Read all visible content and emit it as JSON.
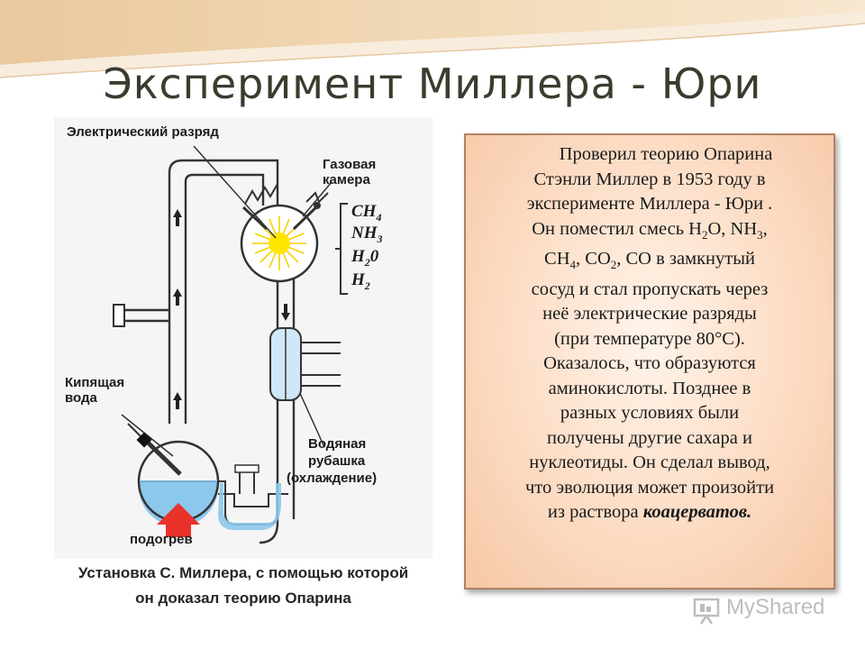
{
  "title": "Эксперимент  Миллера - Юри",
  "diagram": {
    "labels": {
      "electric_discharge": "Электрический разряд",
      "gas_chamber_l1": "Газовая",
      "gas_chamber_l2": "камера",
      "boiling_water_l1": "Кипящая",
      "boiling_water_l2": "вода",
      "water_jacket_l1": "Водяная",
      "water_jacket_l2": "рубашка",
      "water_jacket_l3": "(охлаждение)",
      "heating": "подогрев"
    },
    "gases": [
      {
        "s": "CH",
        "n": "4"
      },
      {
        "s": "NH",
        "n": "3"
      },
      {
        "s": "H",
        "n": "2",
        "t": "0"
      },
      {
        "s": "H",
        "n": "2"
      }
    ],
    "colors": {
      "water": "#8cc8ec",
      "tube": "#333333",
      "spark": "#ffe600",
      "heat_arrow": "#e8322a"
    }
  },
  "caption": {
    "line1": "Установка С. Миллера, с помощью которой",
    "line2": "он доказал теорию Опарина"
  },
  "text": {
    "p1": "Проверил теорию Опарина",
    "p2": "Стэнли Миллер в 1953 году в",
    "p3": "эксперименте  Миллера - Юри .",
    "p4a": "Он поместил смесь Н",
    "p4s1": "2",
    "p4b": "О, NH",
    "p4s2": "3",
    "p4c": ",",
    "p5a": "СН",
    "p5s1": "4",
    "p5b": ", СО",
    "p5s2": "2",
    "p5c": ", СО в замкнутый",
    "p6": "сосуд и стал пропускать через",
    "p7": "неё электрические разряды",
    "p8": "(при температуре 80°С).",
    "p9": "Оказалось, что образуются",
    "p10": "аминокислоты. Позднее в",
    "p11": "разных условиях были",
    "p12": "получены другие сахара и",
    "p13": "нуклеотиды. Он сделал вывод,",
    "p14": "что эволюция может произойти",
    "p15a": "из раствора  ",
    "p15b": "коацерватов."
  },
  "watermark": "MyShared"
}
